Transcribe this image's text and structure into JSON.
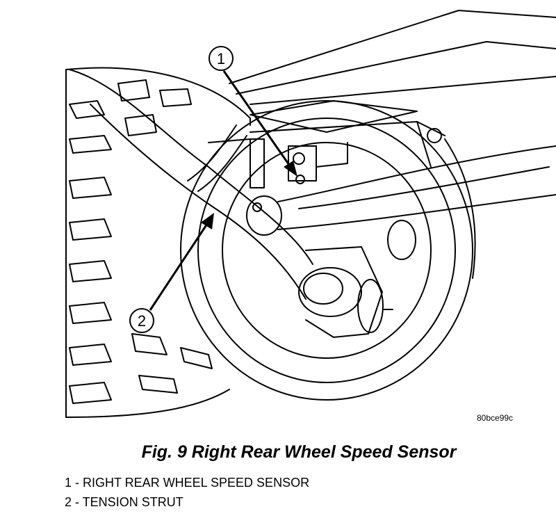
{
  "figure": {
    "code": "80bce99c",
    "caption": "Fig. 9 Right Rear Wheel Speed Sensor"
  },
  "callouts": [
    {
      "number": "1",
      "label": "RIGHT REAR WHEEL SPEED SENSOR"
    },
    {
      "number": "2",
      "label": "TENSION STRUT"
    }
  ],
  "legend": [
    {
      "text": "1 - RIGHT REAR WHEEL SPEED SENSOR"
    },
    {
      "text": "2 - TENSION STRUT"
    }
  ]
}
